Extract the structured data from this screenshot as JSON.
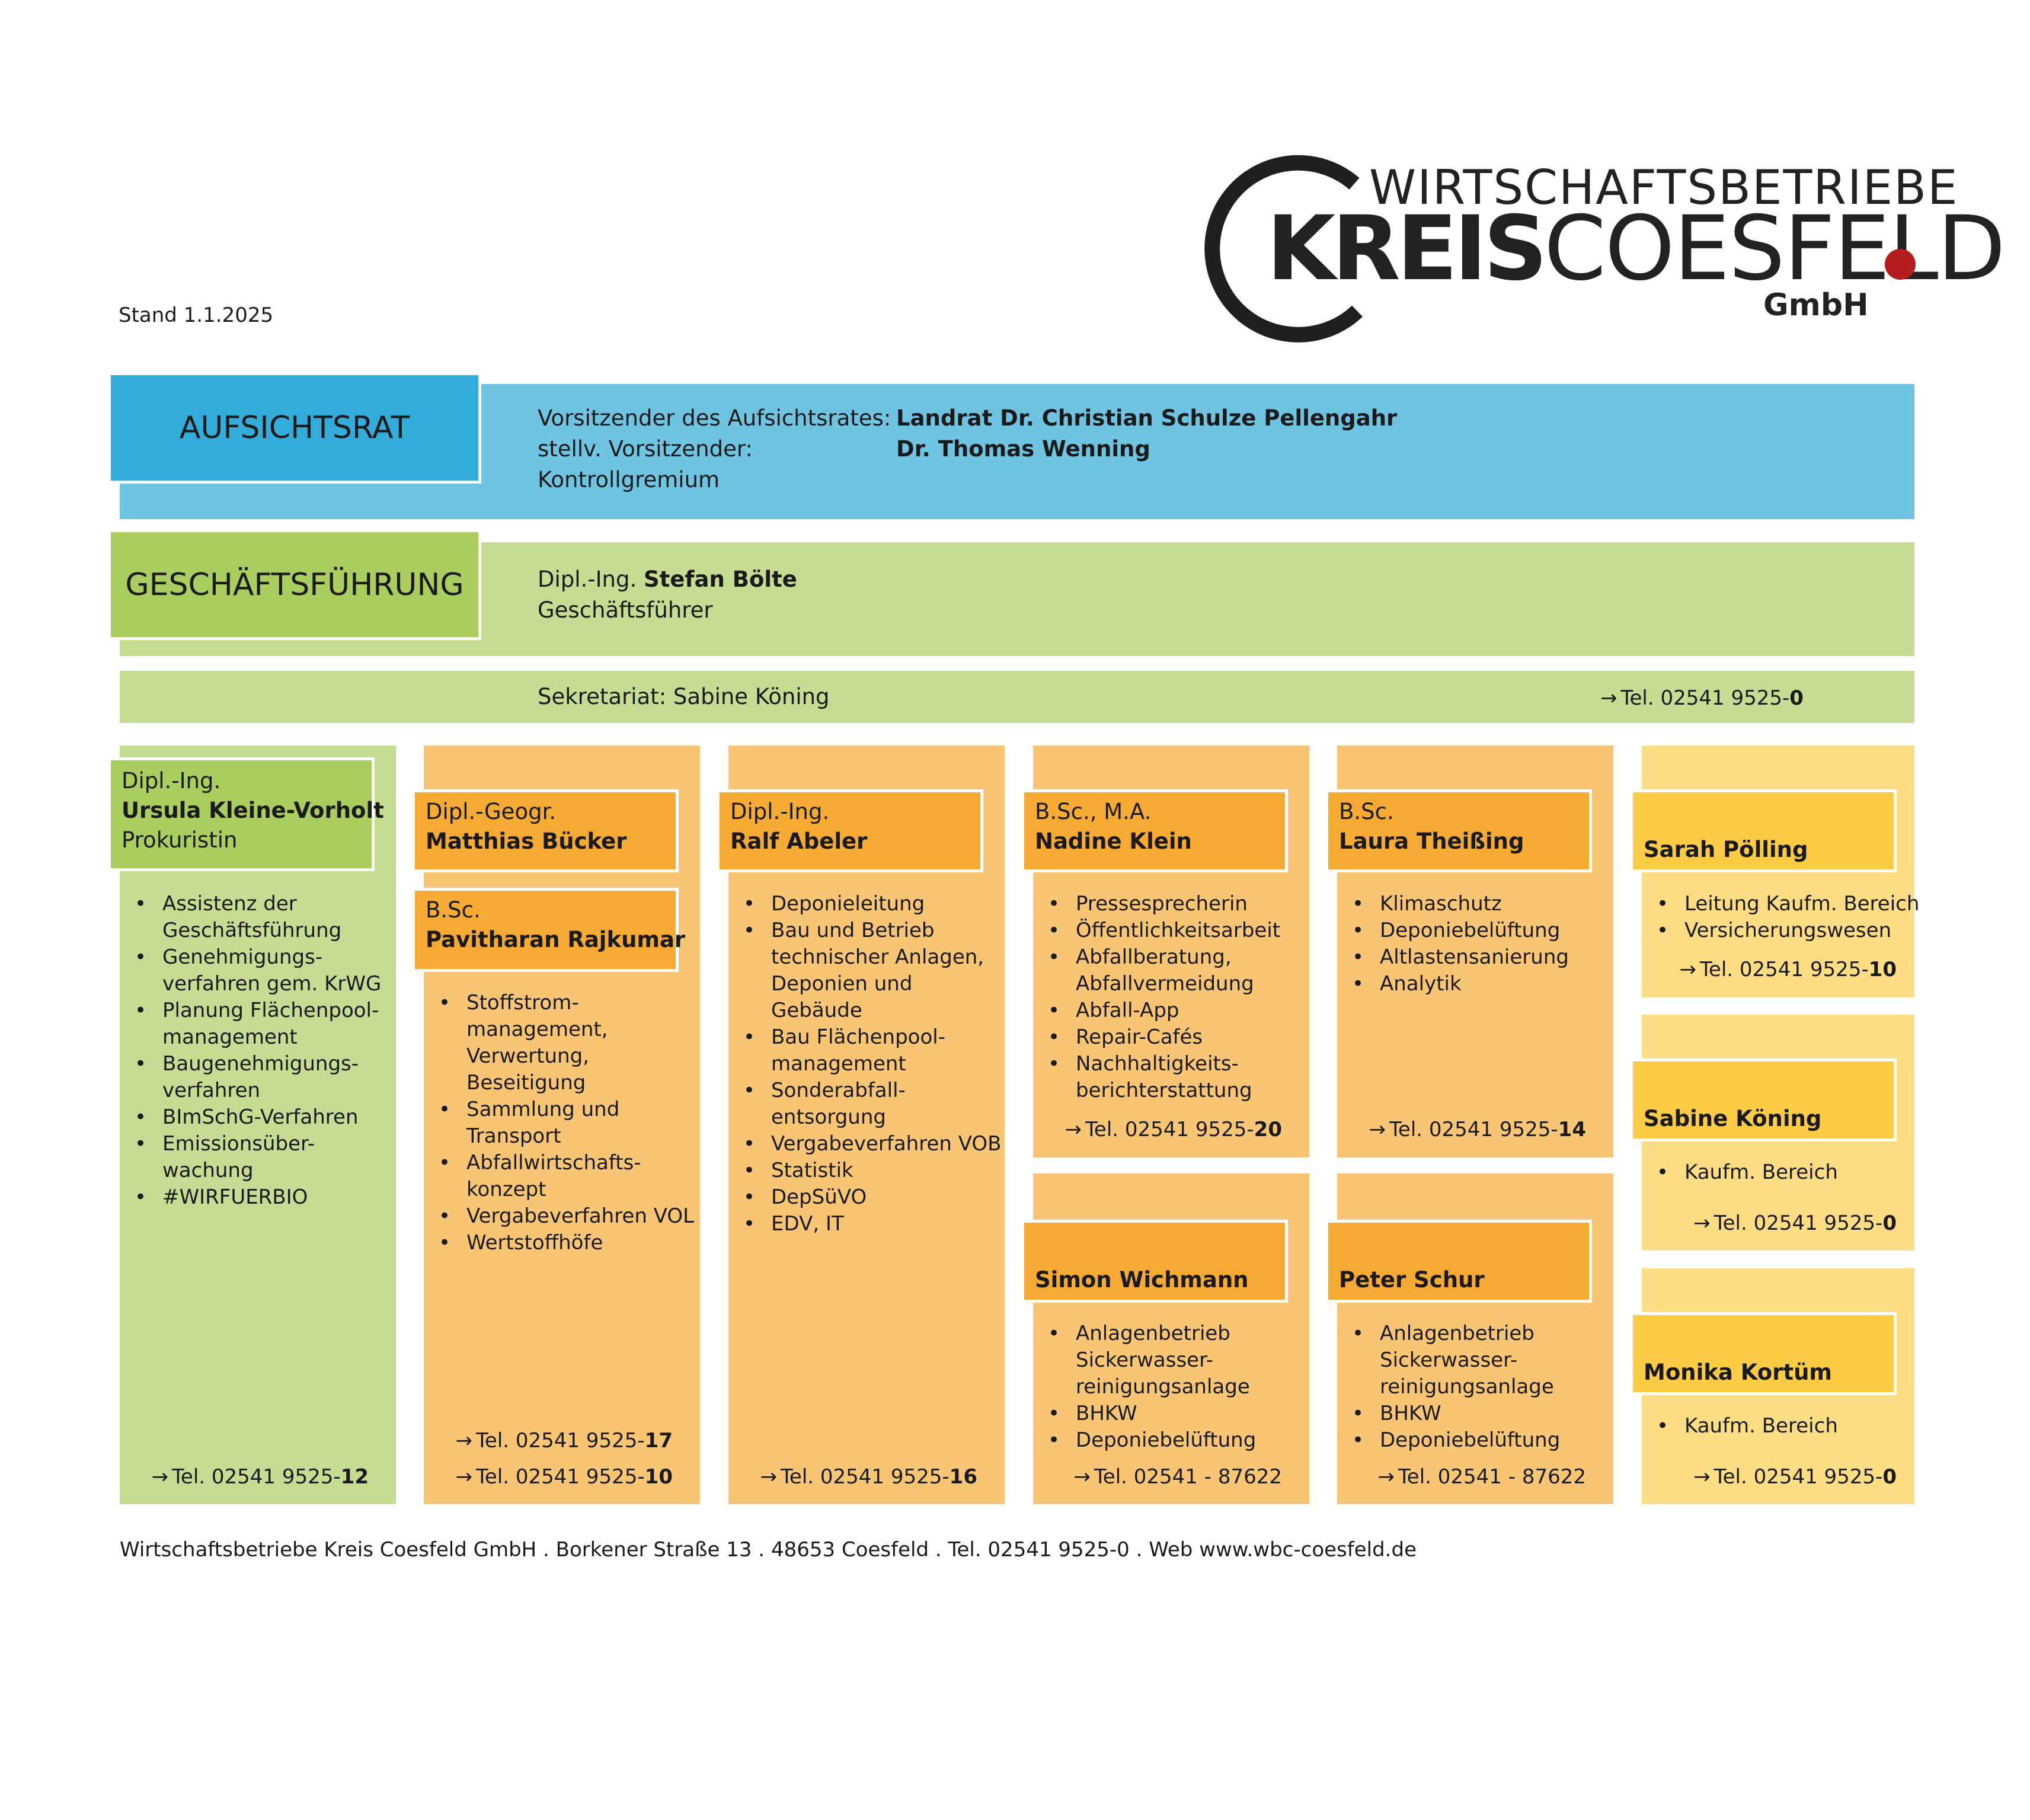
{
  "logo": {
    "line1": "WIRTSCHAFTSBETRIEBE",
    "kreis": "KREIS",
    "coesfeld": "COESFELD",
    "gmbh": "GmbH",
    "colors": {
      "text": "#222222",
      "dot": "#b41e1e"
    }
  },
  "stand": "Stand 1.1.2025",
  "aufsichtsrat": {
    "title": "AUFSICHTSRAT",
    "rows": [
      {
        "label": "Vorsitzender des Aufsichtsrates:",
        "value": "Landrat Dr. Christian Schulze Pellengahr"
      },
      {
        "label": "stellv. Vorsitzender:",
        "value": "Dr. Thomas Wenning"
      },
      {
        "label": "Kontrollgremium",
        "value": ""
      }
    ]
  },
  "geschaeftsfuehrung": {
    "title": "GESCHÄFTSFÜHRUNG",
    "degree": "Dipl.-Ing.",
    "name": "Stefan Bölte",
    "role": "Geschäftsführer"
  },
  "sekretariat": {
    "text": "Sekretariat: Sabine Köning",
    "tel_prefix": "Tel. 02541 9525-",
    "tel_ext": "0"
  },
  "arrow": "→",
  "colors": {
    "blue_band": "#6fc4e1",
    "blue_tab": "#34acd9",
    "green_band": "#c5dc92",
    "green_tab": "#a9cd5f",
    "orange_col": "#f7c574",
    "orange_hdr": "#f5aa34",
    "yellow_col": "#fddd84",
    "yellow_hdr": "#fdcc46"
  },
  "columns": {
    "kleine": {
      "degree": "Dipl.-Ing.",
      "name": "Ursula Kleine-Vorholt",
      "role": "Prokuristin",
      "tasks": [
        "Assistenz der",
        "Geschäftsführung",
        "Genehmigungs-",
        "verfahren gem. KrWG",
        "Planung Flächenpool-",
        "management",
        "Baugenehmigungs-",
        "verfahren",
        "BImSchG-Verfahren",
        "Emissionsüber-",
        "wachung",
        "#WIRFUERBIO"
      ],
      "tel_prefix": "Tel. 02541 9525-",
      "tel_ext": "12"
    },
    "buecker": {
      "degree": "Dipl.-Geogr.",
      "name": "Matthias Bücker",
      "degree2": "B.Sc.",
      "name2": "Pavitharan Rajkumar",
      "tasks": [
        "Stoffstrom-",
        "management,",
        "Verwertung,",
        "Beseitigung",
        "Sammlung und",
        "Transport",
        "Abfallwirtschafts-",
        "konzept",
        "Vergabeverfahren VOL",
        "Wertstoffhöfe"
      ],
      "tel1_prefix": "Tel. 02541 9525-",
      "tel1_ext": "17",
      "tel2_prefix": "Tel. 02541 9525-",
      "tel2_ext": "10"
    },
    "abeler": {
      "degree": "Dipl.-Ing.",
      "name": "Ralf Abeler",
      "tasks": [
        "Deponieleitung",
        "Bau und Betrieb",
        "technischer Anlagen,",
        "Deponien und",
        "Gebäude",
        "Bau Flächenpool-",
        "management",
        "Sonderabfall-",
        "entsorgung",
        "Vergabeverfahren VOB",
        "Statistik",
        "DepSüVO",
        "EDV, IT"
      ],
      "tel_prefix": "Tel. 02541 9525-",
      "tel_ext": "16"
    },
    "klein": {
      "degree": "B.Sc., M.A.",
      "name": "Nadine Klein",
      "tasks": [
        "Pressesprecherin",
        "Öffentlichkeitsarbeit",
        "Abfallberatung,",
        "Abfallvermeidung",
        "Abfall-App",
        "Repair-Cafés",
        "Nachhaltigkeits-",
        "berichterstattung"
      ],
      "tel_prefix": "Tel. 02541 9525-",
      "tel_ext": "20"
    },
    "wichmann": {
      "name": "Simon Wichmann",
      "tasks": [
        "Anlagenbetrieb",
        "Sickerwasser-",
        "reinigungsanlage",
        "BHKW",
        "Deponiebelüftung"
      ],
      "tel": "Tel. 02541 - 87622"
    },
    "theissing": {
      "degree": "B.Sc.",
      "name": "Laura Theißing",
      "tasks": [
        "Klimaschutz",
        "Deponiebelüftung",
        "Altlastensanierung",
        "Analytik"
      ],
      "tel_prefix": "Tel. 02541 9525-",
      "tel_ext": "14"
    },
    "schur": {
      "name": "Peter Schur",
      "tasks": [
        "Anlagenbetrieb",
        "Sickerwasser-",
        "reinigungsanlage",
        "BHKW",
        "Deponiebelüftung"
      ],
      "tel": "Tel. 02541 - 87622"
    },
    "poelling": {
      "name": "Sarah Pölling",
      "tasks": [
        "Leitung Kaufm. Bereich",
        "Versicherungswesen"
      ],
      "tel_prefix": "Tel. 02541 9525-",
      "tel_ext": "10"
    },
    "koening": {
      "name": "Sabine Köning",
      "tasks": [
        "Kaufm. Bereich"
      ],
      "tel_prefix": "Tel. 02541 9525-",
      "tel_ext": "0"
    },
    "kortuem": {
      "name": "Monika Kortüm",
      "tasks": [
        "Kaufm. Bereich"
      ],
      "tel_prefix": "Tel. 02541 9525-",
      "tel_ext": "0"
    }
  },
  "footer": "Wirtschaftsbetriebe Kreis Coesfeld GmbH . Borkener Straße 13 . 48653 Coesfeld . Tel. 02541 9525-0 . Web www.wbc-coesfeld.de"
}
